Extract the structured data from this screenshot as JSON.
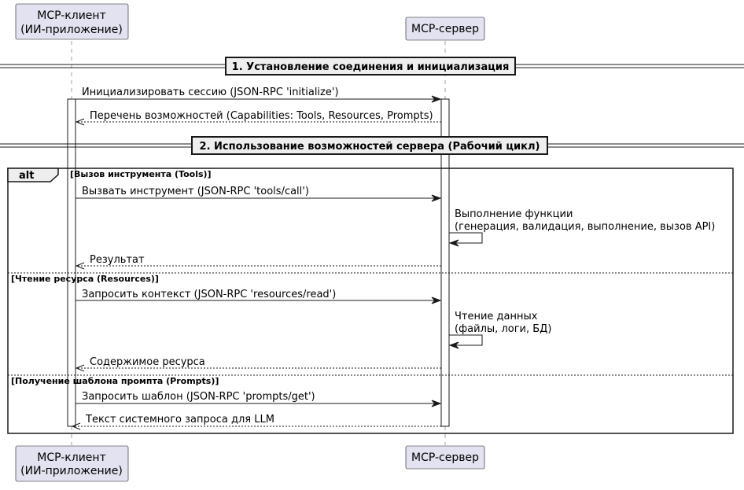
{
  "participants": {
    "client": {
      "line1": "MCP-клиент",
      "line2": "(ИИ-приложение)"
    },
    "server": {
      "line1": "MCP-сервер"
    }
  },
  "dividers": {
    "d1": "1. Установление соединения и инициализация",
    "d2": "2. Использование возможностей сервера (Рабочий цикл)"
  },
  "messages": {
    "m1": "Инициализировать сессию (JSON-RPC 'initialize')",
    "m2": "Перечень возможностей (Capabilities: Tools, Resources, Prompts)",
    "m3": "Вызвать инструмент (JSON-RPC 'tools/call')",
    "m4_line1": "Выполнение функции",
    "m4_line2": "(генерация, валидация, выполнение, вызов API)",
    "m5": "Результат",
    "m6": "Запросить контекст (JSON-RPC 'resources/read')",
    "m7_line1": "Чтение данных",
    "m7_line2": "(файлы, логи, БД)",
    "m8": "Содержимое ресурса",
    "m9": "Запросить шаблон (JSON-RPC 'prompts/get')",
    "m10": "Текст системного запроса для LLM"
  },
  "alt": {
    "keyword": "alt",
    "guard1": "[Вызов инструмента (Tools)]",
    "guard2": "[Чтение ресурса (Resources)]",
    "guard3": "[Получение шаблона промпта (Prompts)]"
  },
  "colors": {
    "participant_fill": "#e2e2f0",
    "line": "#181818",
    "lifeline": "#a0a0a0",
    "divider_fill": "#eeeeee"
  }
}
